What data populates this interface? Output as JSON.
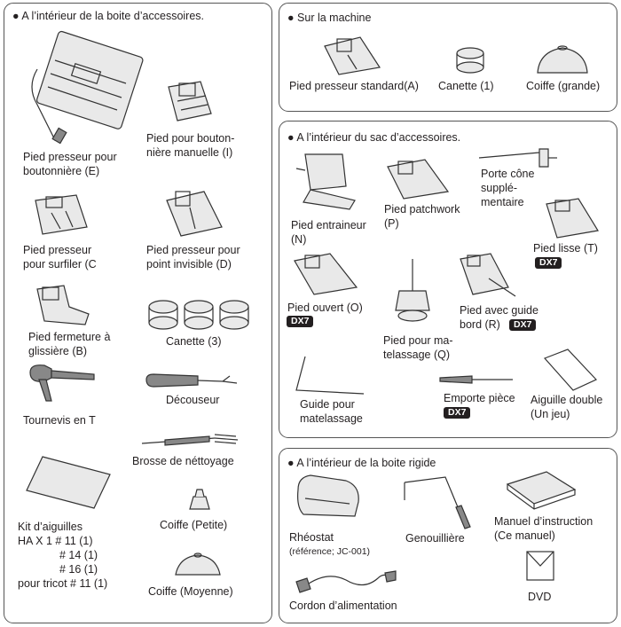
{
  "panel1": {
    "title": "A l’intérieur de la boite d’accessoires.",
    "items": {
      "buttonhole_foot": [
        "Pied presseur pour",
        "boutonnière (E)"
      ],
      "manual_buttonhole_foot": [
        "Pied pour bouton-",
        "nière manuelle (I)"
      ],
      "overcast_foot": [
        "Pied presseur",
        "pour surfiler (C"
      ],
      "blind_stitch_foot": [
        "Pied presseur pour",
        "point invisible (D)"
      ],
      "zipper_foot": [
        "Pied fermeture à",
        "glissière (B)"
      ],
      "bobbins": "Canette (3)",
      "screwdriver": "Tournevis en T",
      "seam_ripper": "Découseur",
      "brush": "Brosse de néttoyage",
      "needle_kit": [
        "Kit d’aiguilles",
        "HA X 1 # 11 (1)",
        "# 14 (1)",
        "# 16 (1)",
        "pour tricot # 11 (1)"
      ],
      "spool_cap_small": "Coiffe (Petite)",
      "spool_cap_medium": "Coiffe (Moyenne)"
    }
  },
  "panel2": {
    "title": "Sur la machine",
    "items": {
      "standard_foot": "Pied presseur standard(A)",
      "bobbin": "Canette (1)",
      "spool_cap_large": "Coiffe (grande)"
    }
  },
  "panel3": {
    "title": "A l’intérieur du sac d’accessoires.",
    "items": {
      "walking_foot": [
        "Pied entraineur",
        "(N)"
      ],
      "patchwork_foot": [
        "Pied  patchwork",
        "(P)"
      ],
      "spool_pin": [
        "Porte cône",
        "supplé-",
        "mentaire"
      ],
      "satin_foot": "Pied lisse (T)",
      "open_toe_foot": "Pied ouvert (O)",
      "quilting_foot": [
        "Pied pour ma-",
        "telassage (Q)"
      ],
      "edge_guide_foot": [
        "Pied avec guide",
        "bord (R)"
      ],
      "quilting_guide": [
        "Guide pour",
        "matelassage"
      ],
      "hole_punch": "Emporte pièce",
      "twin_needle": [
        "Aiguille double",
        "(Un jeu)"
      ],
      "badge": "DX7"
    }
  },
  "panel4": {
    "title": "A l’intérieur de la boite rigide",
    "items": {
      "foot_control": "Rhéostat",
      "foot_control_ref": "(référence; JC-001)",
      "knee_lifter": "Genouillière",
      "manual": [
        "Manuel d’instruction",
        "(Ce manuel)"
      ],
      "power_cord": "Cordon d’alimentation",
      "dvd": "DVD"
    }
  }
}
